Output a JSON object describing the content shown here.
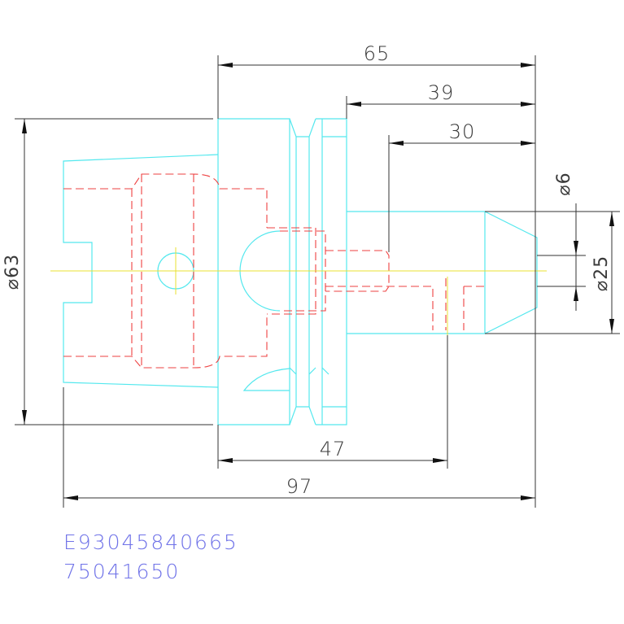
{
  "dimensions": {
    "overall_length": "97",
    "body_length": "65",
    "nose_length": "39",
    "bore_depth": "30",
    "shoulder_length": "47",
    "body_diameter": "⌀63",
    "nose_diameter": "⌀25",
    "bore_diameter": "⌀6"
  },
  "part_codes": {
    "line1": "E93045840665",
    "line2": "75041650"
  },
  "colors": {
    "outline": "#54e8ee",
    "hidden": "#ee4040",
    "centerline": "#e8e030",
    "dimension": "#333333",
    "code_text": "#6f72e8"
  }
}
